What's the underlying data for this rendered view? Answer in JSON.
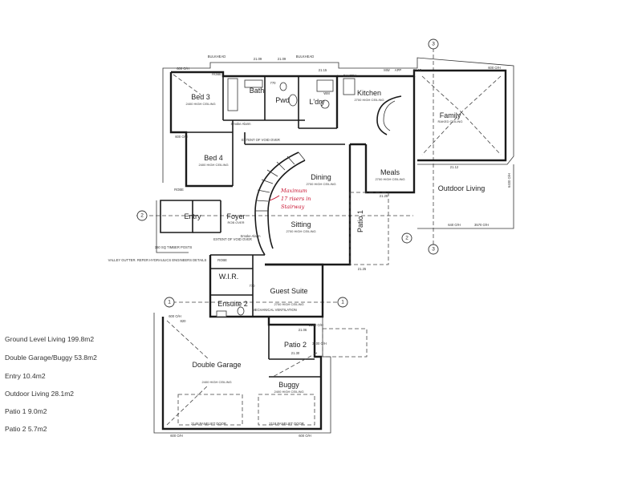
{
  "rooms": {
    "bed3": {
      "name": "Bed 3",
      "ceiling": "2400 HIGH CEILING"
    },
    "bath": {
      "name": "Bath"
    },
    "pwd": {
      "name": "Pwd"
    },
    "ldry": {
      "name": "L'dry"
    },
    "kitchen": {
      "name": "Kitchen",
      "ceiling": "2700 HIGH CEILING"
    },
    "family": {
      "name": "Family",
      "ceiling": "RAKED CEILING"
    },
    "bed4": {
      "name": "Bed 4",
      "ceiling": "2400 HIGH CEILING"
    },
    "dining": {
      "name": "Dining",
      "ceiling": "2700 HIGH CEILING"
    },
    "meals": {
      "name": "Meals",
      "ceiling": "2700 HIGH CEILING"
    },
    "outdoor_living": {
      "name": "Outdoor Living"
    },
    "entry": {
      "name": "Entry"
    },
    "foyer": {
      "name": "Foyer",
      "ceiling": "ROB OVER"
    },
    "sitting": {
      "name": "Sitting",
      "ceiling": "2700 HIGH CEILING"
    },
    "patio1": {
      "name": "Patio 1"
    },
    "wir": {
      "name": "W.I.R."
    },
    "guest_suite": {
      "name": "Guest Suite",
      "ceiling": "2700 HIGH CEILING"
    },
    "ensuite2": {
      "name": "Ensuite 2"
    },
    "patio2": {
      "name": "Patio 2"
    },
    "double_garage": {
      "name": "Double Garage",
      "ceiling": "2400 HIGH CEILING"
    },
    "buggy": {
      "name": "Buggy",
      "ceiling": "2400 HIGH CEILING"
    }
  },
  "notes": {
    "robe": "ROBE",
    "smoke_alarm": "Smoke Alarm",
    "extent_void": "EXTENT OF VOID OVER",
    "mech_vent": "MECHANICAL VENTILATION",
    "overhang_600": "600 O/H",
    "overhang_640": "640 O/H",
    "overhang_3570": "3570 O/H",
    "panelift_2148": "2148 PANELIFT DOOR",
    "panelift_2118": "2118 PANELIFT DOOR",
    "timber_posts": "150 SQ TIMBER POSTS",
    "valley_gutter": "VALLEY GUTTER. REFER HYDRAULICS ENGINEERS DETAILS",
    "bulkhead": "BULKHEAD",
    "pantry": "PANTRY",
    "mw": "MW",
    "app": "APP",
    "wm": "WM",
    "dim_2109": "21.09",
    "dim_2115": "21.15",
    "dim_2112": "21.12",
    "dim_2106": "21.06",
    "dim_2110": "21.10",
    "dim_2125": "21.25",
    "dim_2130": "21.30",
    "dim_2100": "2100 O/H",
    "dim_3100": "3100 O/H",
    "dim_6400": "6400 O/H",
    "dim_820": "820",
    "dim_770": "770"
  },
  "handwritten_note": [
    "Maximum",
    "17 risers in",
    "Stairway"
  ],
  "grid_markers": [
    "1",
    "1",
    "2",
    "2",
    "3",
    "3"
  ],
  "areas": [
    "Ground Level Living 199.8m2",
    "Double Garage/Buggy 53.8m2",
    "Entry 10.4m2",
    "Outdoor Living 28.1m2",
    "Patio 1  9.0m2",
    "Patio 2  5.7m2"
  ]
}
